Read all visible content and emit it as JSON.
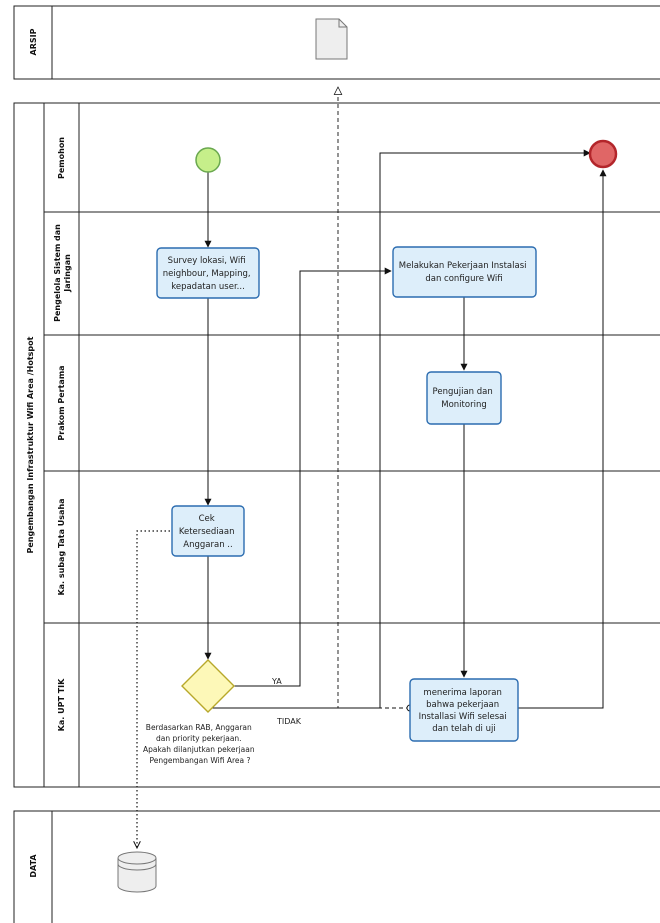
{
  "pools": {
    "arsip": {
      "label": "ARSIP"
    },
    "main": {
      "label": "Pengembangan Infrastruktur Wifi Area /Hotspot"
    },
    "data": {
      "label": "DATA"
    }
  },
  "lanes": [
    {
      "id": "pemohon",
      "label": "Pemohon"
    },
    {
      "id": "pengelola",
      "label_lines": [
        "Pengelola Sistem dan",
        "Jaringan"
      ]
    },
    {
      "id": "prakom",
      "label": "Prakom  Pertama"
    },
    {
      "id": "kasubag",
      "label": "Ka. subag Tata Usaha"
    },
    {
      "id": "kaupt",
      "label": "Ka. UPT TIK"
    }
  ],
  "tasks": {
    "survey": [
      "Survey lokasi, Wifi",
      "neighbour, Mapping,",
      "kepadatan user..."
    ],
    "cek": [
      "Cek",
      "Ketersediaan",
      "Anggaran .."
    ],
    "instalasi": [
      "Melakukan Pekerjaan Instalasi",
      "dan configure Wifi"
    ],
    "pengujian": [
      "Pengujian dan",
      "Monitoring"
    ],
    "laporan": [
      "menerima laporan",
      "bahwa pekerjaan",
      "Installasi Wifi selesai",
      "dan telah di uji"
    ]
  },
  "gateway": {
    "annotation": [
      "Berdasarkan RAB, Anggaran",
      "dan priority pekerjaan.",
      "Apakah dilanjutkan pekerjaan",
      "Pengembangan Wifi Area ?"
    ],
    "yes_label": "YA",
    "no_label": "TIDAK"
  },
  "colors": {
    "task_fill": "#ddeefa",
    "task_stroke": "#2b6cb0",
    "start_fill": "#c6ef8a",
    "start_stroke": "#6aa84f",
    "end_fill": "#e06666",
    "end_stroke": "#b3262b",
    "gateway_fill": "#fdf8b8",
    "gateway_stroke": "#b8a82a"
  },
  "icons": {
    "arsip_document": "document-icon",
    "data_store": "database-icon"
  }
}
